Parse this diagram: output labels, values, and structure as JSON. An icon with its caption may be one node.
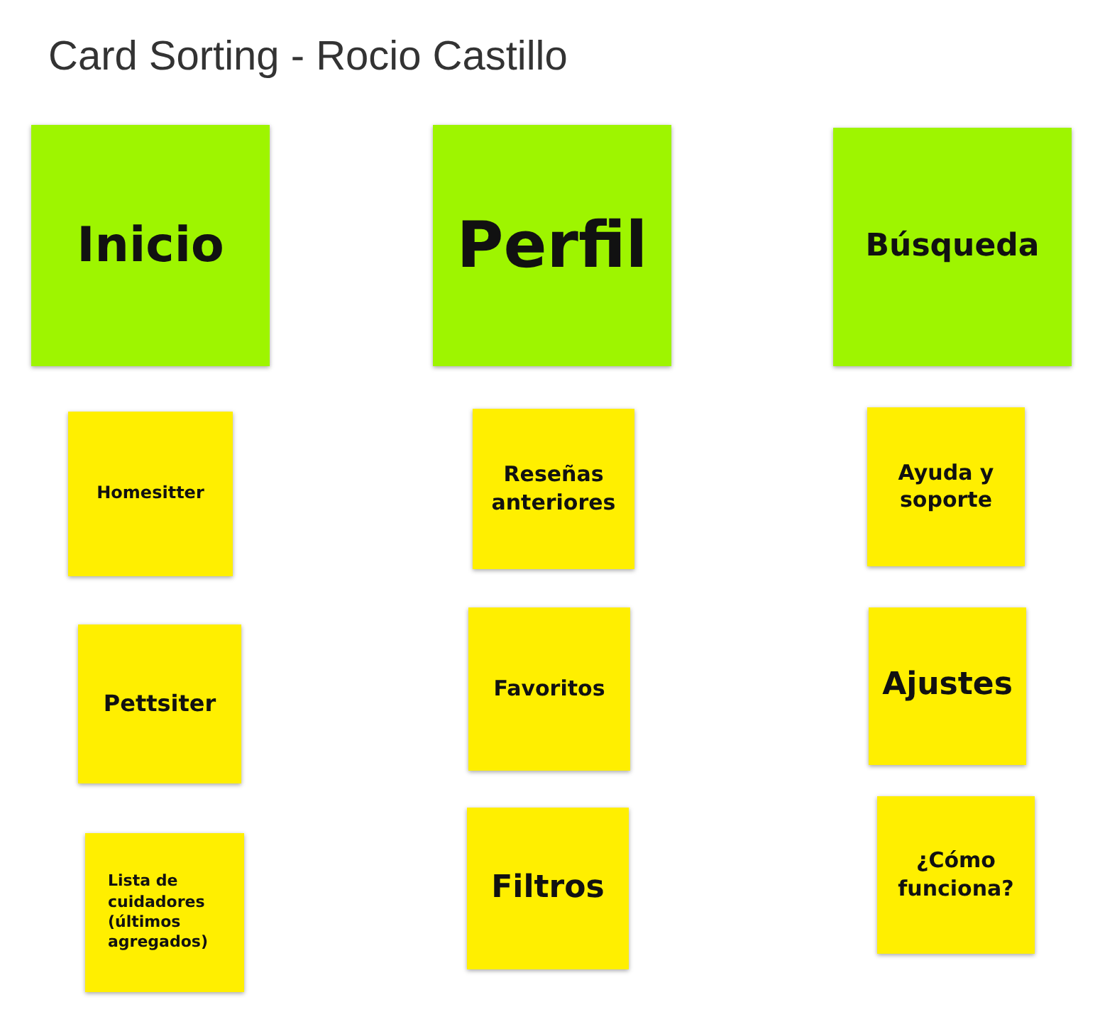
{
  "diagram": {
    "title": "Card Sorting - Rocio Castillo",
    "nodes": [
      {
        "text": [
          "Inicio"
        ]
      },
      {
        "text": [
          "Perfil"
        ]
      },
      {
        "text": [
          "Búsqueda"
        ]
      },
      {
        "text": [
          "Homesitter"
        ]
      },
      {
        "text": [
          "Reseñas anteriores"
        ]
      },
      {
        "text": [
          "Ayuda y soporte"
        ]
      },
      {
        "text": [
          "Pettsiter"
        ]
      },
      {
        "text": [
          "Favoritos"
        ]
      },
      {
        "text": [
          "Ajustes"
        ]
      },
      {
        "text": [
          "Lista de cuidadores (últimos agregados)"
        ]
      },
      {
        "text": [
          "Filtros"
        ]
      },
      {
        "text": [
          "¿Cómo funciona?"
        ]
      }
    ],
    "edges": []
  }
}
